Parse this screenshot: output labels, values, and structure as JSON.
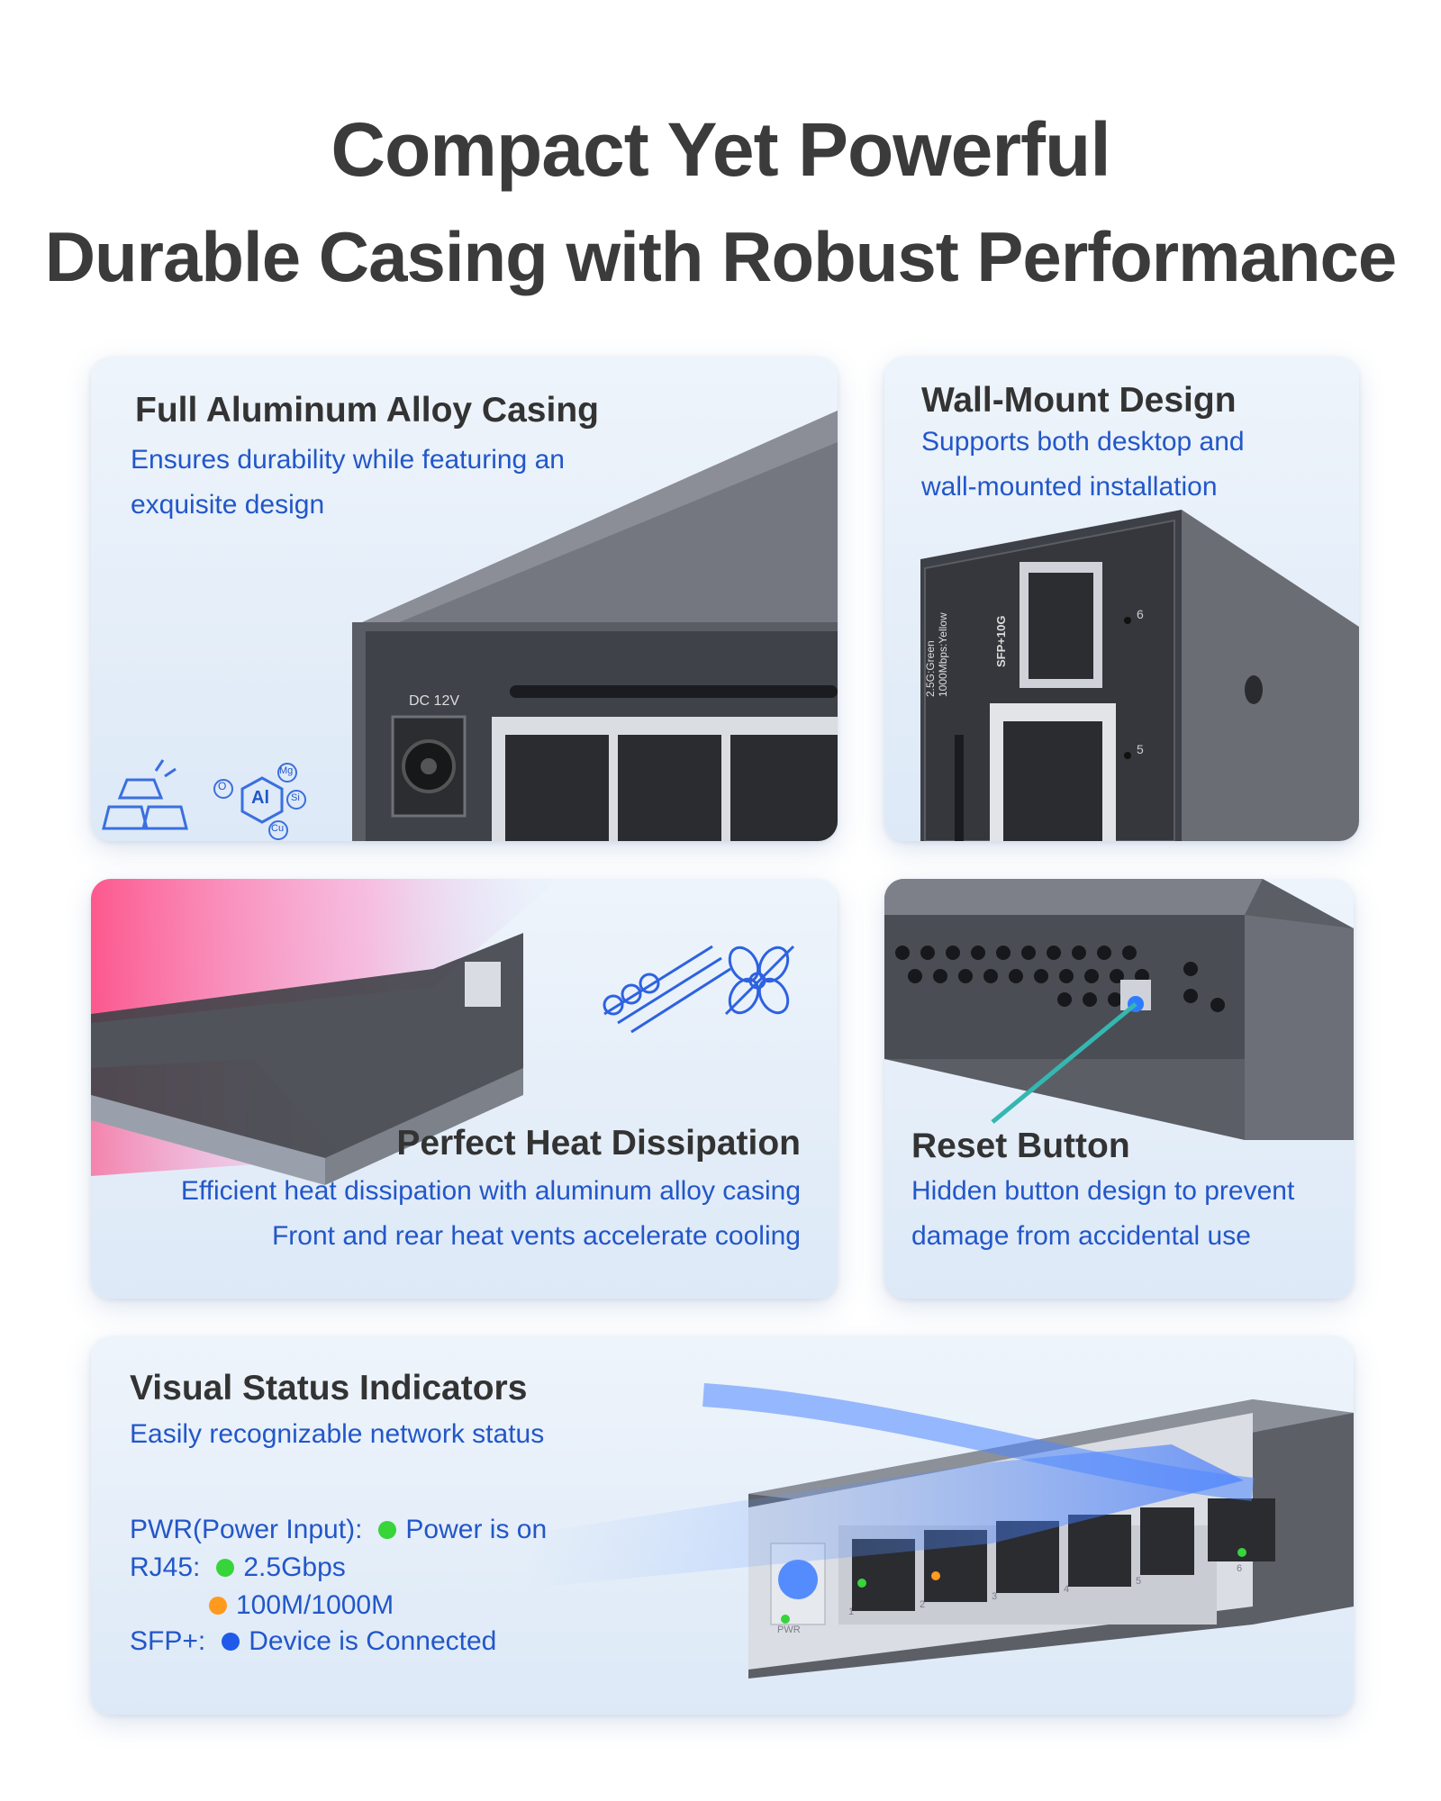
{
  "header": {
    "title": "Compact Yet Powerful",
    "subtitle": "Durable Casing with Robust Performance"
  },
  "cards": {
    "casing": {
      "title": "Full Aluminum Alloy Casing",
      "desc": [
        "Ensures durability while featuring an",
        "exquisite design"
      ],
      "device_labels": {
        "dc": "DC 12V"
      },
      "element_labels": [
        "Al",
        "O",
        "Mg",
        "Si",
        "Cu"
      ]
    },
    "wallmount": {
      "title": "Wall-Mount Design",
      "desc": [
        "Supports both desktop and",
        "wall-mounted installation"
      ],
      "device_labels": {
        "led_legend": "2.5G:Green",
        "led_legend2": "1000Mbps:Yellow",
        "sfp": "SFP+10G",
        "port6": "6",
        "port5": "5"
      }
    },
    "heat": {
      "title": "Perfect Heat Dissipation",
      "desc": [
        "Efficient heat dissipation with aluminum alloy casing",
        "Front and rear heat vents accelerate cooling"
      ]
    },
    "reset": {
      "title": "Reset Button",
      "desc": [
        "Hidden button design to prevent",
        "damage from accidental use"
      ]
    },
    "status": {
      "title": "Visual Status Indicators",
      "subtitle": "Easily recognizable network status",
      "rows": [
        {
          "label": "PWR(Power Input):",
          "items": [
            {
              "color": "#37d43a",
              "text": "Power is on"
            }
          ]
        },
        {
          "label": "RJ45:",
          "items": [
            {
              "color": "#37d43a",
              "text": "2.5Gbps"
            },
            {
              "color": "#ff9a1f",
              "text": "100M/1000M"
            }
          ]
        },
        {
          "label": "SFP+:",
          "items": [
            {
              "color": "#1f5ae8",
              "text": "Device is Connected"
            }
          ]
        }
      ],
      "device_labels": {
        "pwr": "PWR",
        "ports": [
          "1",
          "2",
          "3",
          "4",
          "5",
          "6"
        ]
      }
    }
  },
  "colors": {
    "accent_blue": "#2257c9",
    "title_gray": "#333333",
    "metal": "#6b6e75"
  },
  "icons": [
    "aluminum-ingot-icon",
    "alloy-elements-icon",
    "heat-sink-fins-icon",
    "fan-icon",
    "reset-pin-icon"
  ]
}
